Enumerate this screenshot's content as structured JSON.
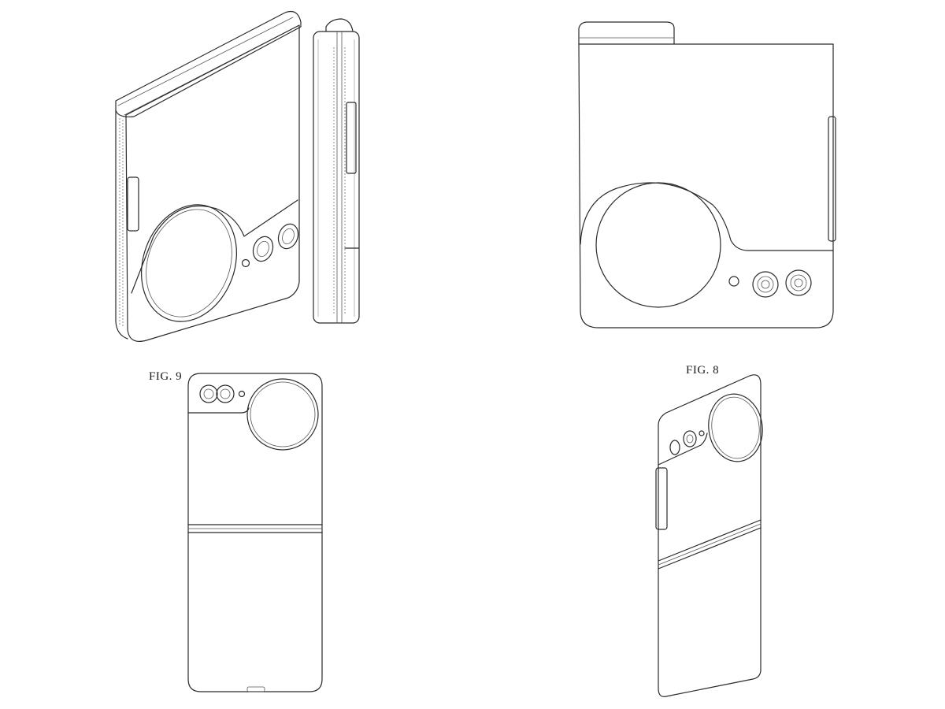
{
  "figures": [
    {
      "id": "fig9",
      "label": "FIG. 9"
    },
    {
      "id": "fig8",
      "label": "FIG. 8"
    }
  ]
}
